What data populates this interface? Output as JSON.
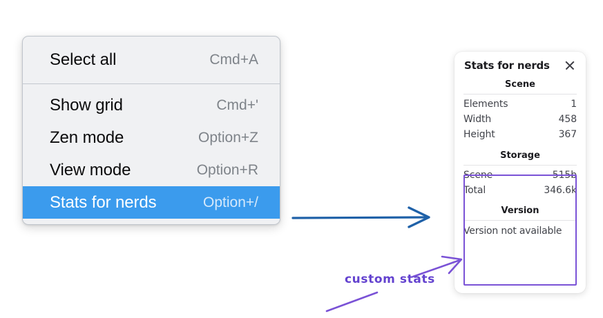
{
  "canvas": {
    "background": "#ffffff",
    "accent_blue": "#3b9bed",
    "accent_purple": "#6342cf",
    "arrow_blue": "#1f61a8"
  },
  "context_menu": {
    "groups": [
      {
        "items": [
          {
            "label": "Select all",
            "shortcut": "Cmd+A",
            "selected": false
          }
        ]
      },
      {
        "items": [
          {
            "label": "Show grid",
            "shortcut": "Cmd+'",
            "selected": false
          },
          {
            "label": "Zen mode",
            "shortcut": "Option+Z",
            "selected": false
          },
          {
            "label": "View mode",
            "shortcut": "Option+R",
            "selected": false
          },
          {
            "label": "Stats for nerds",
            "shortcut": "Option+/",
            "selected": true
          }
        ]
      }
    ]
  },
  "stats_panel": {
    "title": "Stats for nerds",
    "close_icon": "close-icon",
    "sections": [
      {
        "name": "Scene",
        "rows": [
          {
            "key": "Elements",
            "value": "1"
          },
          {
            "key": "Width",
            "value": "458"
          },
          {
            "key": "Height",
            "value": "367"
          }
        ]
      },
      {
        "name": "Storage",
        "rows": [
          {
            "key": "Scene",
            "value": "515b"
          },
          {
            "key": "Total",
            "value": "346.6k"
          }
        ]
      },
      {
        "name": "Version",
        "single": "Version not available"
      }
    ]
  },
  "annotations": {
    "custom_stats_label": "custom stats",
    "blue_arrow": "arrow-menu-to-panel",
    "purple_arrow": "arrow-label-to-storage-box",
    "highlight_box": "custom-stats-highlight"
  }
}
